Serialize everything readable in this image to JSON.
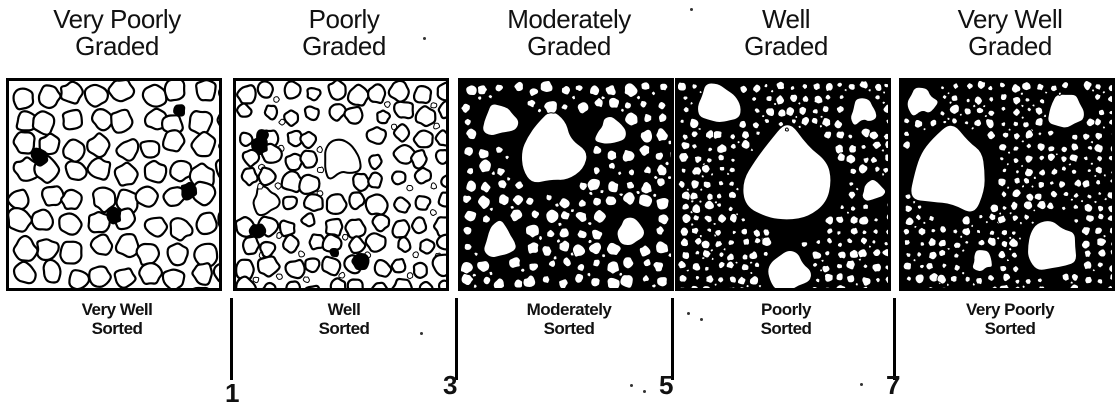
{
  "panels": [
    {
      "grading": "Very Poorly\nGraded",
      "sorting": "Very Well\nSorted"
    },
    {
      "grading": "Poorly\nGraded",
      "sorting": "Well\nSorted"
    },
    {
      "grading": "Moderately\nGraded",
      "sorting": "Moderately\nSorted"
    },
    {
      "grading": "Well\nGraded",
      "sorting": "Poorly\nSorted"
    },
    {
      "grading": "Very Well\nGraded",
      "sorting": "Very Poorly\nSorted"
    }
  ],
  "scale_ticks": [
    "1",
    "3",
    "5",
    "7"
  ]
}
